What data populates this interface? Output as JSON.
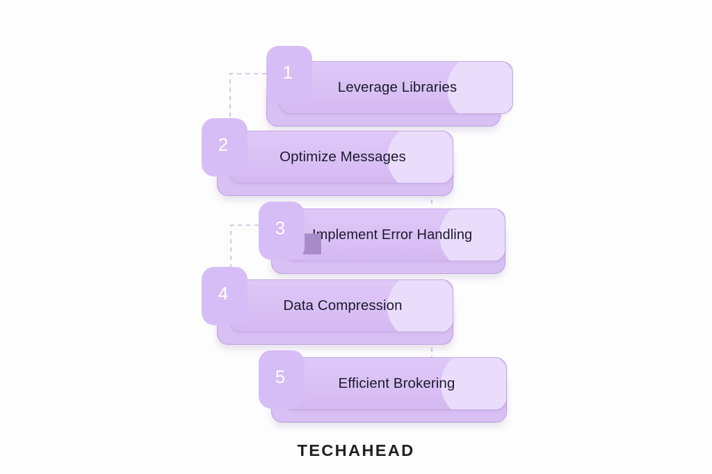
{
  "background_color": "#fdfdfd",
  "theme": {
    "bar_color": "#d9c0f4",
    "badge_color": "#d7bdf5",
    "circle_accent_color": "#e9ddfb",
    "fold_color": "#a88cc9",
    "border_color": "#c3a7e4",
    "text_color": "#1c1a2e",
    "number_color": "#ffffff",
    "connector_color": "#cdb6e8"
  },
  "diagram": {
    "type": "numbered-step-list",
    "step_count": 5,
    "steps": [
      {
        "number": "1",
        "label": "Leverage Libraries"
      },
      {
        "number": "2",
        "label": "Optimize Messages"
      },
      {
        "number": "3",
        "label": "Implement Error Handling"
      },
      {
        "number": "4",
        "label": "Data Compression"
      },
      {
        "number": "5",
        "label": "Efficient Brokering"
      }
    ]
  },
  "footer": {
    "brand": "TECHAHEAD"
  }
}
